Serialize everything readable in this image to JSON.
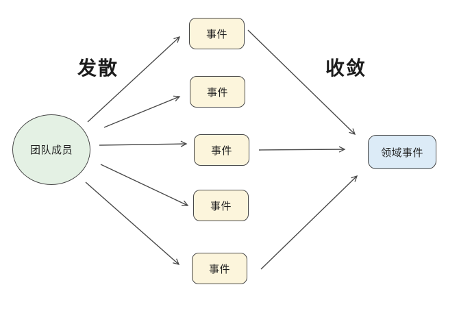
{
  "diagram": {
    "left_label": "发散",
    "right_label": "收敛",
    "source_node": {
      "id": "team-members",
      "label": "团队成员",
      "shape": "ellipse"
    },
    "event_nodes": [
      {
        "id": "event-1",
        "label": "事件"
      },
      {
        "id": "event-2",
        "label": "事件"
      },
      {
        "id": "event-3",
        "label": "事件"
      },
      {
        "id": "event-4",
        "label": "事件"
      },
      {
        "id": "event-5",
        "label": "事件"
      }
    ],
    "target_node": {
      "id": "domain-event",
      "label": "领域事件",
      "shape": "rounded-rect"
    },
    "edges": [
      {
        "from": "team-members",
        "to": "event-1"
      },
      {
        "from": "team-members",
        "to": "event-2"
      },
      {
        "from": "team-members",
        "to": "event-3"
      },
      {
        "from": "team-members",
        "to": "event-4"
      },
      {
        "from": "team-members",
        "to": "event-5"
      },
      {
        "from": "event-1",
        "to": "domain-event"
      },
      {
        "from": "event-3",
        "to": "domain-event"
      },
      {
        "from": "event-5",
        "to": "domain-event"
      }
    ],
    "colors": {
      "source_fill": "#e4f1e4",
      "event_fill": "#fcf5dc",
      "target_fill": "#dcebf7",
      "border": "#474747",
      "arrow": "#4a4a4a",
      "background": "#ffffff"
    }
  }
}
